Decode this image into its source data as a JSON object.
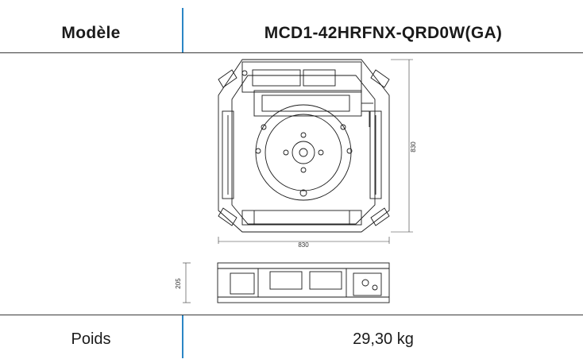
{
  "table": {
    "header": {
      "label": "Modèle",
      "value": "MCD1-42HRFNX-QRD0W(GA)"
    },
    "rows": [
      {
        "label": "Poids",
        "value": "29,30 kg"
      }
    ]
  },
  "drawing": {
    "plan_width_dim": "830",
    "plan_depth_dim": "830",
    "side_height_dim": "205"
  },
  "colors": {
    "divider": "#2b86c5",
    "rule": "#3a3a3a",
    "line": "#1a1a1a"
  }
}
